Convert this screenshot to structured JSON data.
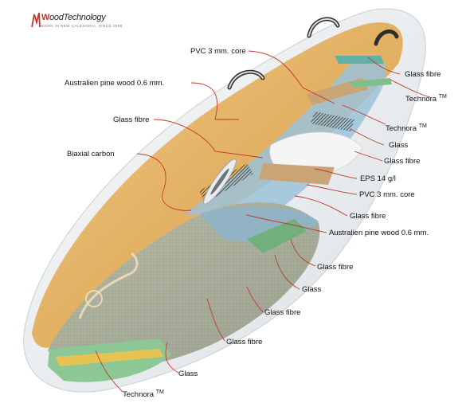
{
  "logo": {
    "brand_prefix": "W",
    "brand_name": "oodTechnology",
    "tagline": "BORN IN NEW CALEDONIA, SINCE 1988"
  },
  "labels": [
    {
      "id": "pvc-core-top",
      "text": "PVC 3 mm. core"
    },
    {
      "id": "australian-pine-top",
      "text": "Australien pine wood 0.6 mm."
    },
    {
      "id": "glass-fibre-right-1",
      "text": "Glass fibre"
    },
    {
      "id": "technora-right-1",
      "text": "Technora",
      "sup": "TM"
    },
    {
      "id": "glass-fibre-left-1",
      "text": "Glass fibre"
    },
    {
      "id": "technora-right-2",
      "text": "Technora",
      "sup": "TM"
    },
    {
      "id": "glass-right-1",
      "text": "Glass"
    },
    {
      "id": "biaxial-carbon",
      "text": "Biaxial carbon"
    },
    {
      "id": "glass-fibre-right-2",
      "text": "Glass fibre"
    },
    {
      "id": "eps-core",
      "text": "EPS 14 g/l"
    },
    {
      "id": "pvc-core-mid",
      "text": "PVC 3 mm. core"
    },
    {
      "id": "glass-fibre-mid",
      "text": "Glass fibre"
    },
    {
      "id": "australian-pine-mid",
      "text": "Australien pine wood 0.6 mm."
    },
    {
      "id": "glass-fibre-low-1",
      "text": "Glass fibre"
    },
    {
      "id": "glass-low",
      "text": "Glass"
    },
    {
      "id": "glass-fibre-low-2",
      "text": "Glass fibre"
    },
    {
      "id": "glass-fibre-low-3",
      "text": "Glass fibre"
    },
    {
      "id": "glass-bottom",
      "text": "Glass"
    },
    {
      "id": "technora-bottom",
      "text": "Technora",
      "sup": "TM"
    }
  ],
  "colors": {
    "leader_line": "#c0392b",
    "wood": "#e6b96b",
    "board_shell": "#eef1f3",
    "blue_layer": "#8fb8d0",
    "grey_layer": "#a8ad9a",
    "green_layer": "#7fbf8a",
    "eps": "#f4f4f4",
    "carbon": "#2a2a2a"
  }
}
